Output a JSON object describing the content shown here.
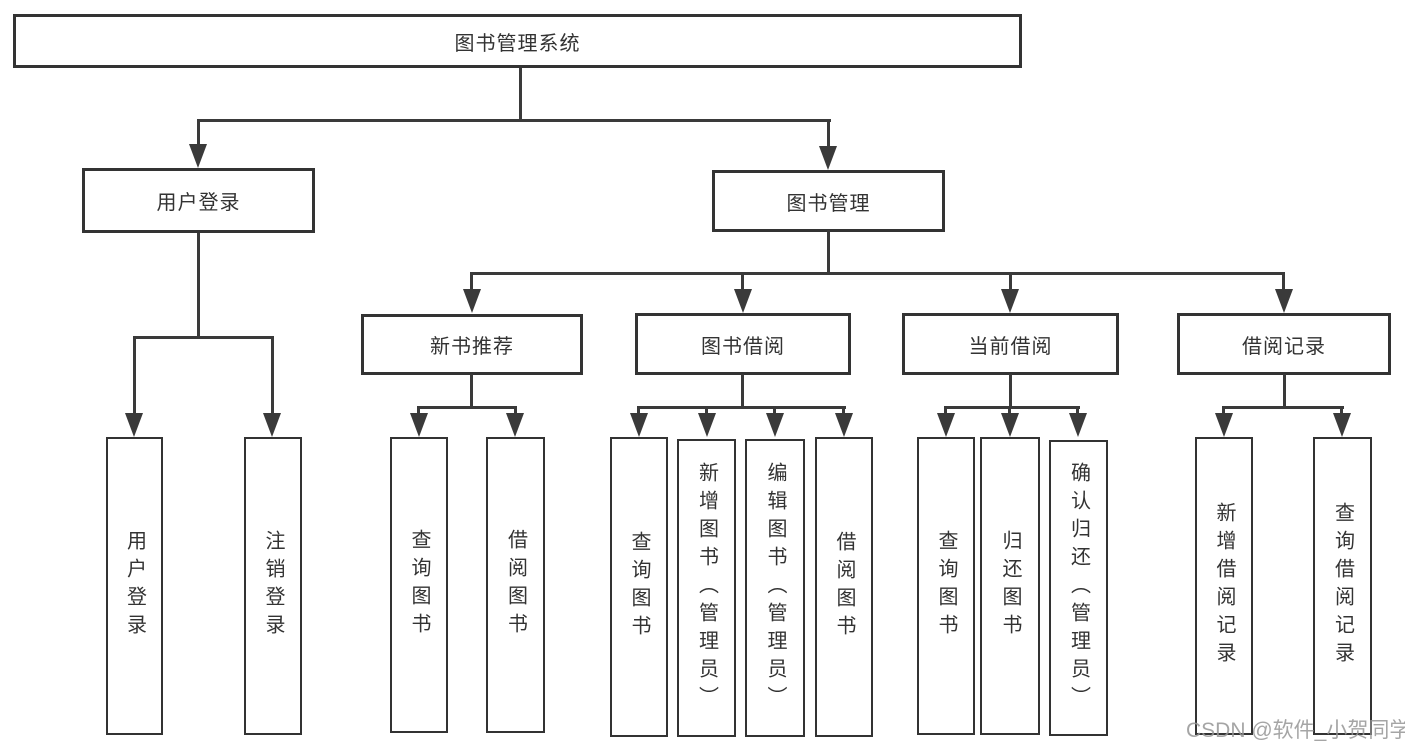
{
  "root": {
    "label": "图书管理系统"
  },
  "watermark": "CSDN @软件_小贺同学",
  "colors": {
    "line": "#3a3a3a",
    "border": "#333333",
    "text": "#333333",
    "background": "#ffffff",
    "watermark": "#969696"
  },
  "branches": [
    {
      "label": "用户登录",
      "children": [
        {
          "label": "用户登录"
        },
        {
          "label": "注销登录"
        }
      ]
    },
    {
      "label": "图书管理",
      "children": [
        {
          "label": "新书推荐",
          "children": [
            {
              "label": "查询图书"
            },
            {
              "label": "借阅图书"
            }
          ]
        },
        {
          "label": "图书借阅",
          "children": [
            {
              "label": "查询图书"
            },
            {
              "label": "新增图书（管理员）"
            },
            {
              "label": "编辑图书（管理员）"
            },
            {
              "label": "借阅图书"
            }
          ]
        },
        {
          "label": "当前借阅",
          "children": [
            {
              "label": "查询图书"
            },
            {
              "label": "归还图书"
            },
            {
              "label": "确认归还（管理员）"
            }
          ]
        },
        {
          "label": "借阅记录",
          "children": [
            {
              "label": "新增借阅记录"
            },
            {
              "label": "查询借阅记录"
            }
          ]
        }
      ]
    }
  ]
}
